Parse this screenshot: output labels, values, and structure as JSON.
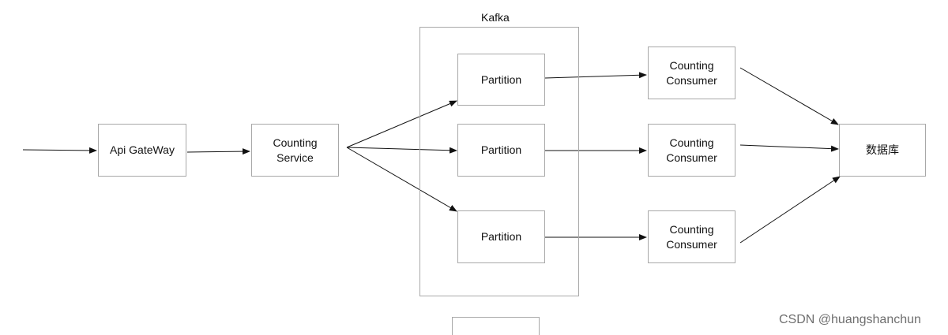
{
  "nodes": {
    "api_gateway": "Api GateWay",
    "counting_service": "Counting\nService",
    "partition_1": "Partition",
    "partition_2": "Partition",
    "partition_3": "Partition",
    "consumer_1": "Counting\nConsumer",
    "consumer_2": "Counting\nConsumer",
    "consumer_3": "Counting\nConsumer",
    "database": "数据库"
  },
  "groups": {
    "kafka_label": "Kafka"
  },
  "watermark": "CSDN @huangshanchun",
  "colors": {
    "border": "#a8a8a8",
    "arrow": "#111111",
    "text": "#111111",
    "watermark": "#6f6f6f"
  }
}
